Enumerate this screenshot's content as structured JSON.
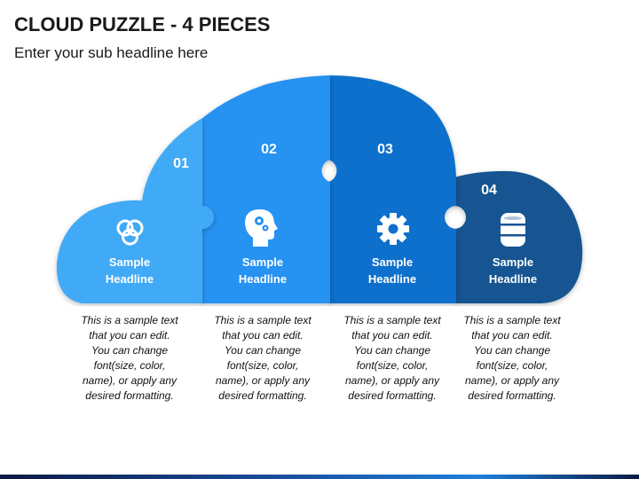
{
  "title": "CLOUD PUZZLE - 4 PIECES",
  "subtitle": "Enter your sub headline here",
  "colors": {
    "piece1": "#3faaf6",
    "piece2": "#2592f2",
    "piece3": "#0f6fcc",
    "piece4": "#185591"
  },
  "pieces": [
    {
      "number": "01",
      "headline_line1": "Sample",
      "headline_line2": "Headline",
      "icon": "venn-diagram-icon",
      "desc": [
        "This is a sample text",
        "that you can edit.",
        "You can change",
        "font(size, color,",
        "name), or apply any",
        "desired formatting."
      ]
    },
    {
      "number": "02",
      "headline_line1": "Sample",
      "headline_line2": "Headline",
      "icon": "head-gears-icon",
      "desc": [
        "This is a sample text",
        "that you can edit.",
        "You can change",
        "font(size, color,",
        "name), or apply any",
        "desired formatting."
      ]
    },
    {
      "number": "03",
      "headline_line1": "Sample",
      "headline_line2": "Headline",
      "icon": "gear-icon",
      "desc": [
        "This is a sample text",
        "that you can edit.",
        "You can change",
        "font(size, color,",
        "name), or apply any",
        "desired formatting."
      ]
    },
    {
      "number": "04",
      "headline_line1": "Sample",
      "headline_line2": "Headline",
      "icon": "database-icon",
      "desc": [
        "This is a sample text",
        "that you can edit.",
        "You can change",
        "font(size, color,",
        "name), or apply any",
        "desired formatting."
      ]
    }
  ]
}
